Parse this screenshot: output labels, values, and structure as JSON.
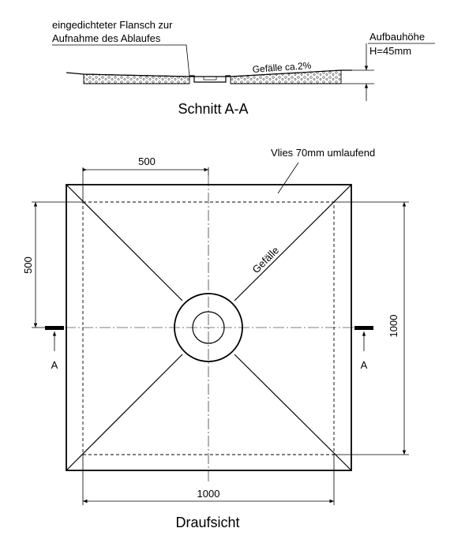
{
  "section": {
    "flange_note_line1": "eingedichteter Flansch zur",
    "flange_note_line2": "Aufnahme des Ablaufes",
    "height_label": "Aufbauhöhe",
    "height_value": "H=45mm",
    "slope_label": "Gefälle ca.2%",
    "title": "Schnitt A-A"
  },
  "plan": {
    "fleece_note": "Vlies 70mm umlaufend",
    "slope_label": "Gefälle",
    "dim_top": "500",
    "dim_left": "500",
    "dim_right": "1000",
    "dim_bottom": "1000",
    "section_marker_left": "A",
    "section_marker_right": "A",
    "title": "Draufsicht"
  }
}
